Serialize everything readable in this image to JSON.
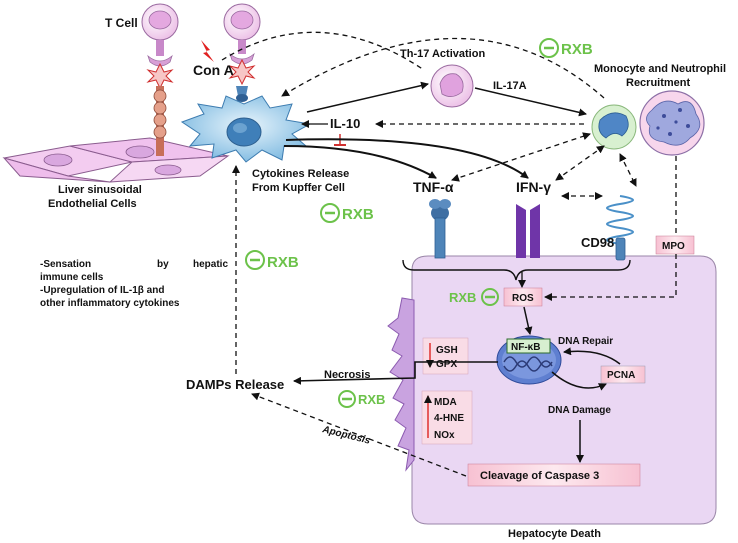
{
  "labels": {
    "t_cell": "T Cell",
    "con_a": "Con A",
    "liver_sinusoidal": "Liver sinusoidal",
    "endothelial_cells": "Endothelial Cells",
    "th17_activation": "Th-17 Activation",
    "il17a": "IL-17A",
    "monocyte_line1": "Monocyte and Neutrophil",
    "monocyte_line2": "Recruitment",
    "il10": "IL-10",
    "cytokines_line1": "Cytokines Release",
    "cytokines_line2": "From Kupffer Cell",
    "tnf": "TNF-α",
    "ifn": "IFN-γ",
    "cd98": "CD98",
    "mpo": "MPO",
    "ros": "ROS",
    "nfkb": "NF-κB",
    "dna_repair": "DNA Repair",
    "pcna": "PCNA",
    "dna_damage": "DNA Damage",
    "caspase": "Cleavage of Caspase 3",
    "hepatocyte_death": "Hepatocyte Death",
    "necrosis": "Necrosis",
    "apoptosis": "Apoptosis",
    "damps_release": "DAMPs Release",
    "gsh": "GSH",
    "gpx": "GPX",
    "mda": "MDA",
    "hne": "4-HNE",
    "nox": "NOx",
    "sensation_line1a": "-Sensation",
    "sensation_line1b": "by",
    "sensation_line1c": "hepatic",
    "sensation_line2": "immune cells",
    "upregulation_line1": "-Upregulation of IL-1β and",
    "upregulation_line2": "other inflammatory cytokines"
  },
  "rxb_label": "RXB",
  "colors": {
    "rxb_green": "#6cc24a",
    "hepatocyte_fill": "#ead7f3",
    "cell_pink": "#f6d4ef",
    "nucleus_violet": "#d9a7df",
    "kupffer_blue": "#8cc4e6",
    "receptor_blue": "#4e84b8",
    "receptor_purple": "#6f35a8",
    "box_pink": "#f5b6c8",
    "down_red": "#e0302f"
  }
}
